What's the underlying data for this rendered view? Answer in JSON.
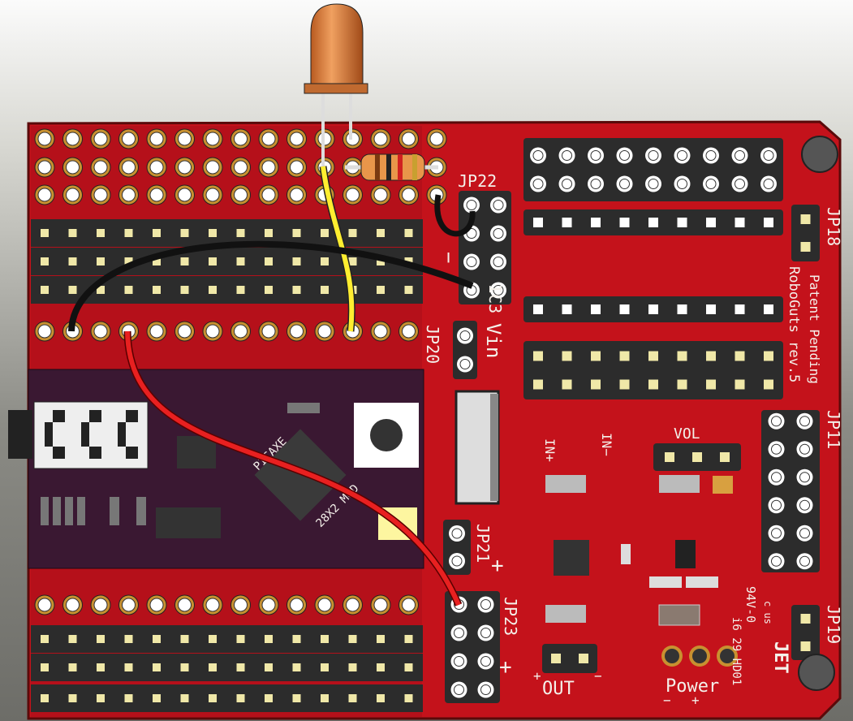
{
  "board": {
    "name": "RoboGuts rev.5",
    "patent": "Patent Pending",
    "colors": {
      "pcb": "#c4121b",
      "module": "#3a1832",
      "header": "#2c2c2c",
      "pin": "#f0e8a8"
    },
    "labels": {
      "jp18": "JP18",
      "jp22": "JP22",
      "jp20": "JP20",
      "jp11": "JP11",
      "jp19": "JP19",
      "jp21": "JP21",
      "jp23": "JP23",
      "ic3": "IC3",
      "vin": "Vin",
      "vol": "VOL",
      "in_plus": "IN+",
      "in_minus": "IN−",
      "out": "OUT",
      "power": "Power",
      "out_plus": "+",
      "out_minus": "−",
      "power_minus": "−",
      "power_plus": "+",
      "plus_a": "+",
      "plus_b": "+",
      "minus_a": "−",
      "rating": "94V-0",
      "date_code": "i6 29 HD01",
      "maker": "JET",
      "cert": "c us"
    }
  },
  "module": {
    "line1": "PICAXE",
    "line2": "28X2 MOD"
  }
}
